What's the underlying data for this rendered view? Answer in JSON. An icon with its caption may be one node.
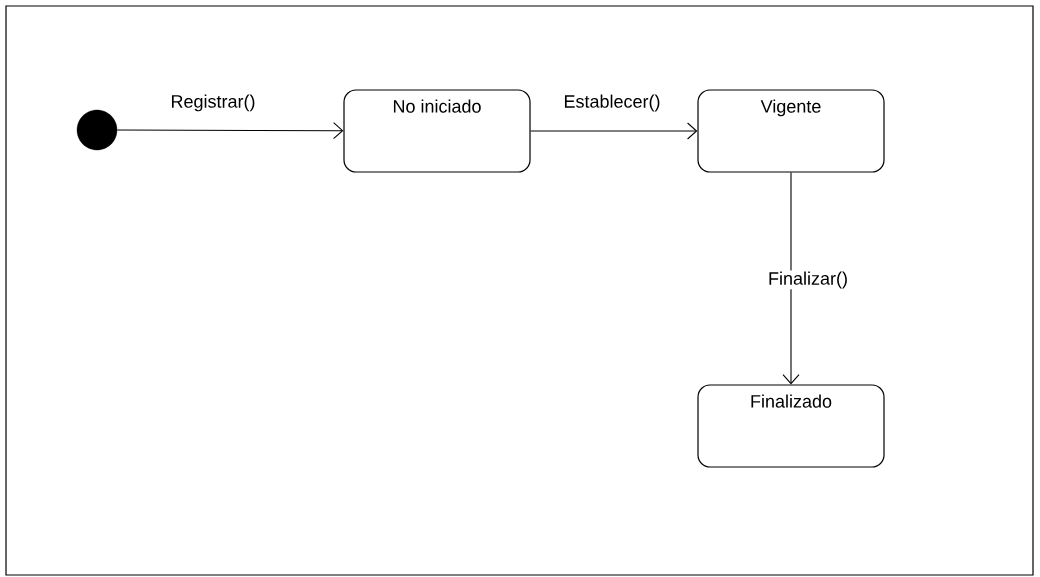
{
  "diagram": {
    "nodes": [
      {
        "text": [],
        "shape": "circle"
      },
      {
        "text": [
          "No iniciado"
        ]
      },
      {
        "text": [
          "Vigente"
        ]
      },
      {
        "text": [
          "Finalizado"
        ]
      }
    ],
    "edges": [
      {
        "from": 0,
        "to": 1,
        "arrow": "to",
        "label": "Registrar()"
      },
      {
        "from": 1,
        "to": 2,
        "arrow": "to",
        "label": "Establecer()"
      },
      {
        "from": 2,
        "to": 3,
        "arrow": "to",
        "label": "Finalizar()"
      }
    ]
  }
}
